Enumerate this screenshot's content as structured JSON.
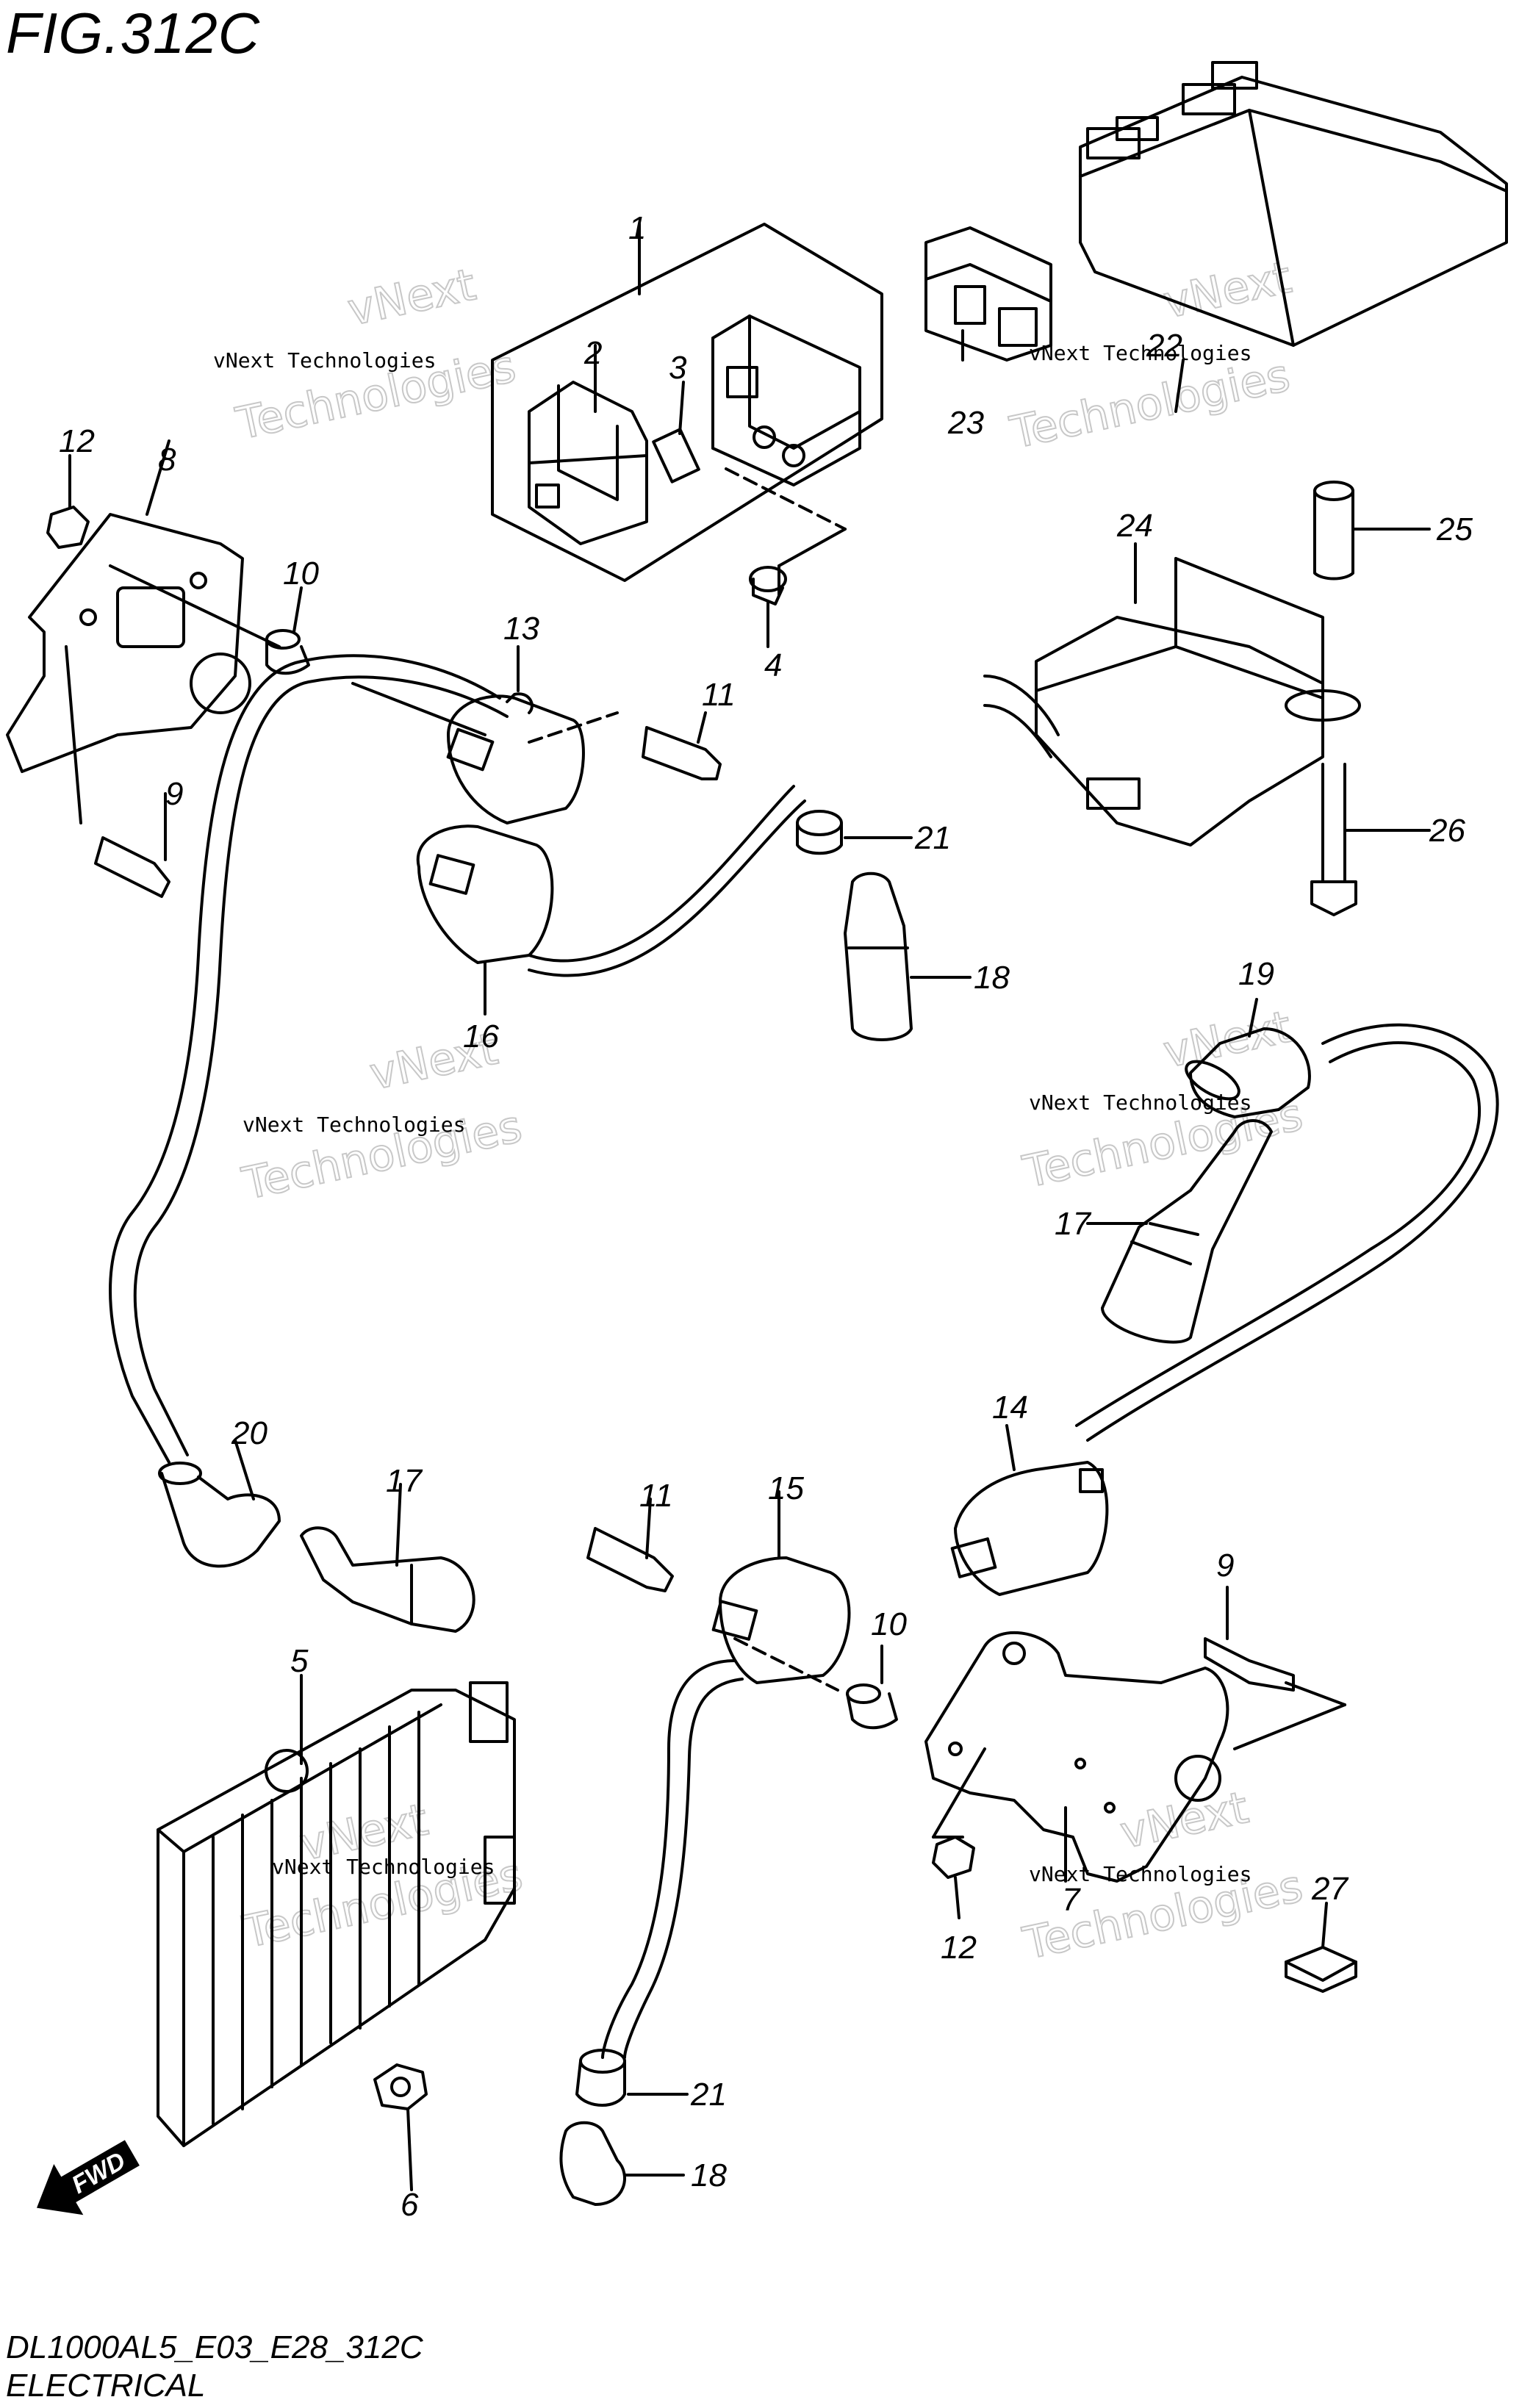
{
  "figure": {
    "title": "FIG.312C",
    "code": "DL1000AL5_E03_E28_312C",
    "section": "ELECTRICAL"
  },
  "direction_label": "FWD",
  "watermark": {
    "line1": "vNext Technologies",
    "line2": "vNext",
    "line3": "Technologies"
  },
  "callouts": [
    "1",
    "2",
    "3",
    "4",
    "5",
    "6",
    "7",
    "8",
    "9",
    "9",
    "10",
    "10",
    "11",
    "11",
    "12",
    "12",
    "13",
    "14",
    "15",
    "16",
    "17",
    "17",
    "18",
    "18",
    "19",
    "20",
    "21",
    "21",
    "22",
    "23",
    "24",
    "25",
    "26",
    "27"
  ],
  "colors": {
    "ink": "#000000",
    "watermark": "#c8c8c8",
    "paper": "#ffffff"
  }
}
